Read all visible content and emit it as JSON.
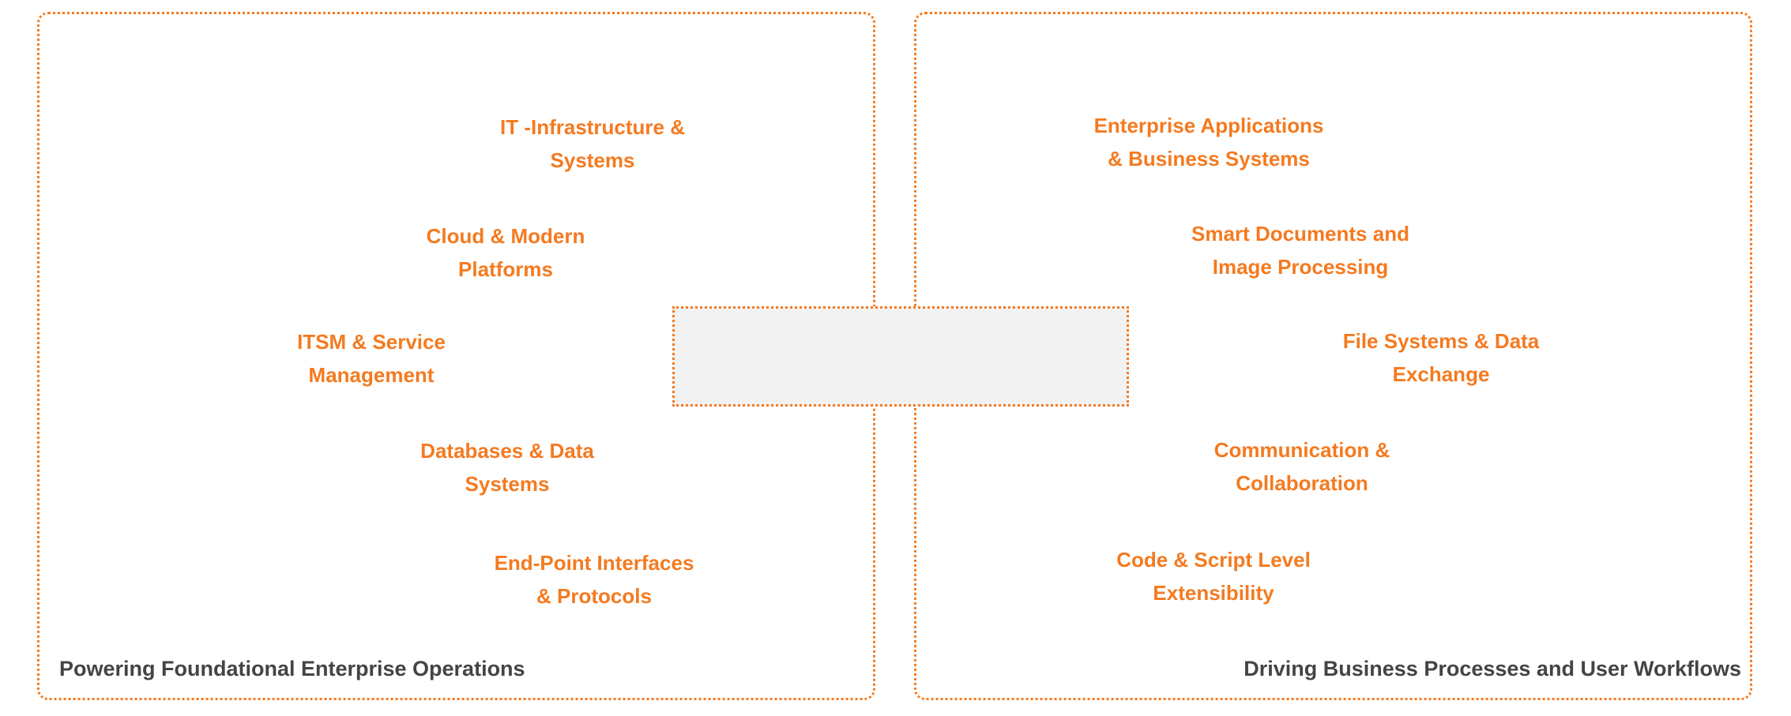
{
  "theme": {
    "accent": "#f47a20",
    "caption_color": "#444444",
    "center_fill": "#f2f2f2"
  },
  "left_panel": {
    "caption": "Powering Foundational Enterprise Operations",
    "items": [
      {
        "line1": "IT -Infrastructure &",
        "line2": "Systems"
      },
      {
        "line1": "Cloud & Modern",
        "line2": "Platforms"
      },
      {
        "line1": "ITSM & Service",
        "line2": "Management"
      },
      {
        "line1": "Databases & Data",
        "line2": "Systems"
      },
      {
        "line1": "End-Point  Interfaces",
        "line2": "& Protocols"
      }
    ]
  },
  "right_panel": {
    "caption": "Driving Business Processes and User Workflows",
    "items": [
      {
        "line1": "Enterprise Applications",
        "line2": "& Business Systems"
      },
      {
        "line1": "Smart Documents and",
        "line2": "Image Processing"
      },
      {
        "line1": "File Systems & Data",
        "line2": "Exchange"
      },
      {
        "line1": "Communication &",
        "line2": "Collaboration"
      },
      {
        "line1": "Code & Script Level",
        "line2": "Extensibility"
      }
    ]
  }
}
